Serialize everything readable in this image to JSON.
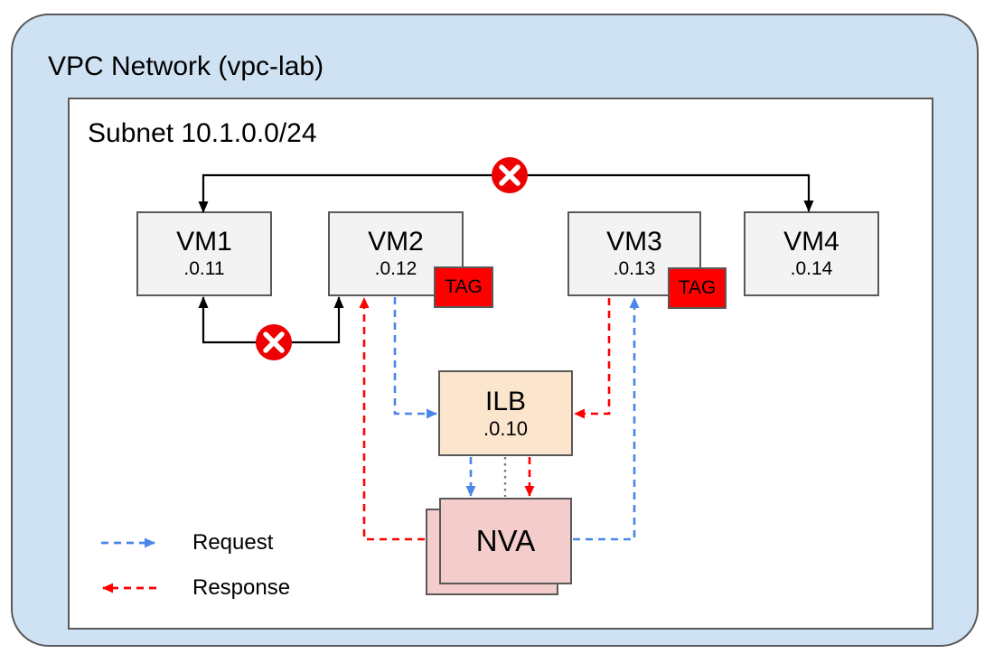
{
  "diagram": {
    "vpc_title": "VPC Network (vpc-lab)",
    "subnet_title": "Subnet 10.1.0.0/24",
    "nodes": {
      "vm1": {
        "label": "VM1",
        "ip": ".0.11"
      },
      "vm2": {
        "label": "VM2",
        "ip": ".0.12",
        "tag": "TAG"
      },
      "vm3": {
        "label": "VM3",
        "ip": ".0.13",
        "tag": "TAG"
      },
      "vm4": {
        "label": "VM4",
        "ip": ".0.14"
      },
      "ilb": {
        "label": "ILB",
        "ip": ".0.10"
      },
      "nva": {
        "label": "NVA"
      }
    },
    "legend": {
      "request_label": "Request",
      "response_label": "Response"
    },
    "colors": {
      "request": "#4a86e8",
      "response": "#ff0000",
      "blocked_badge": "#ee0000",
      "vpc_fill": "#cfe2f3",
      "vm_fill": "#f3f3f3",
      "ilb_fill": "#fce5cd",
      "nva_fill": "#f4cccc",
      "tag_fill": "#ff0000",
      "border": "#595959"
    }
  }
}
